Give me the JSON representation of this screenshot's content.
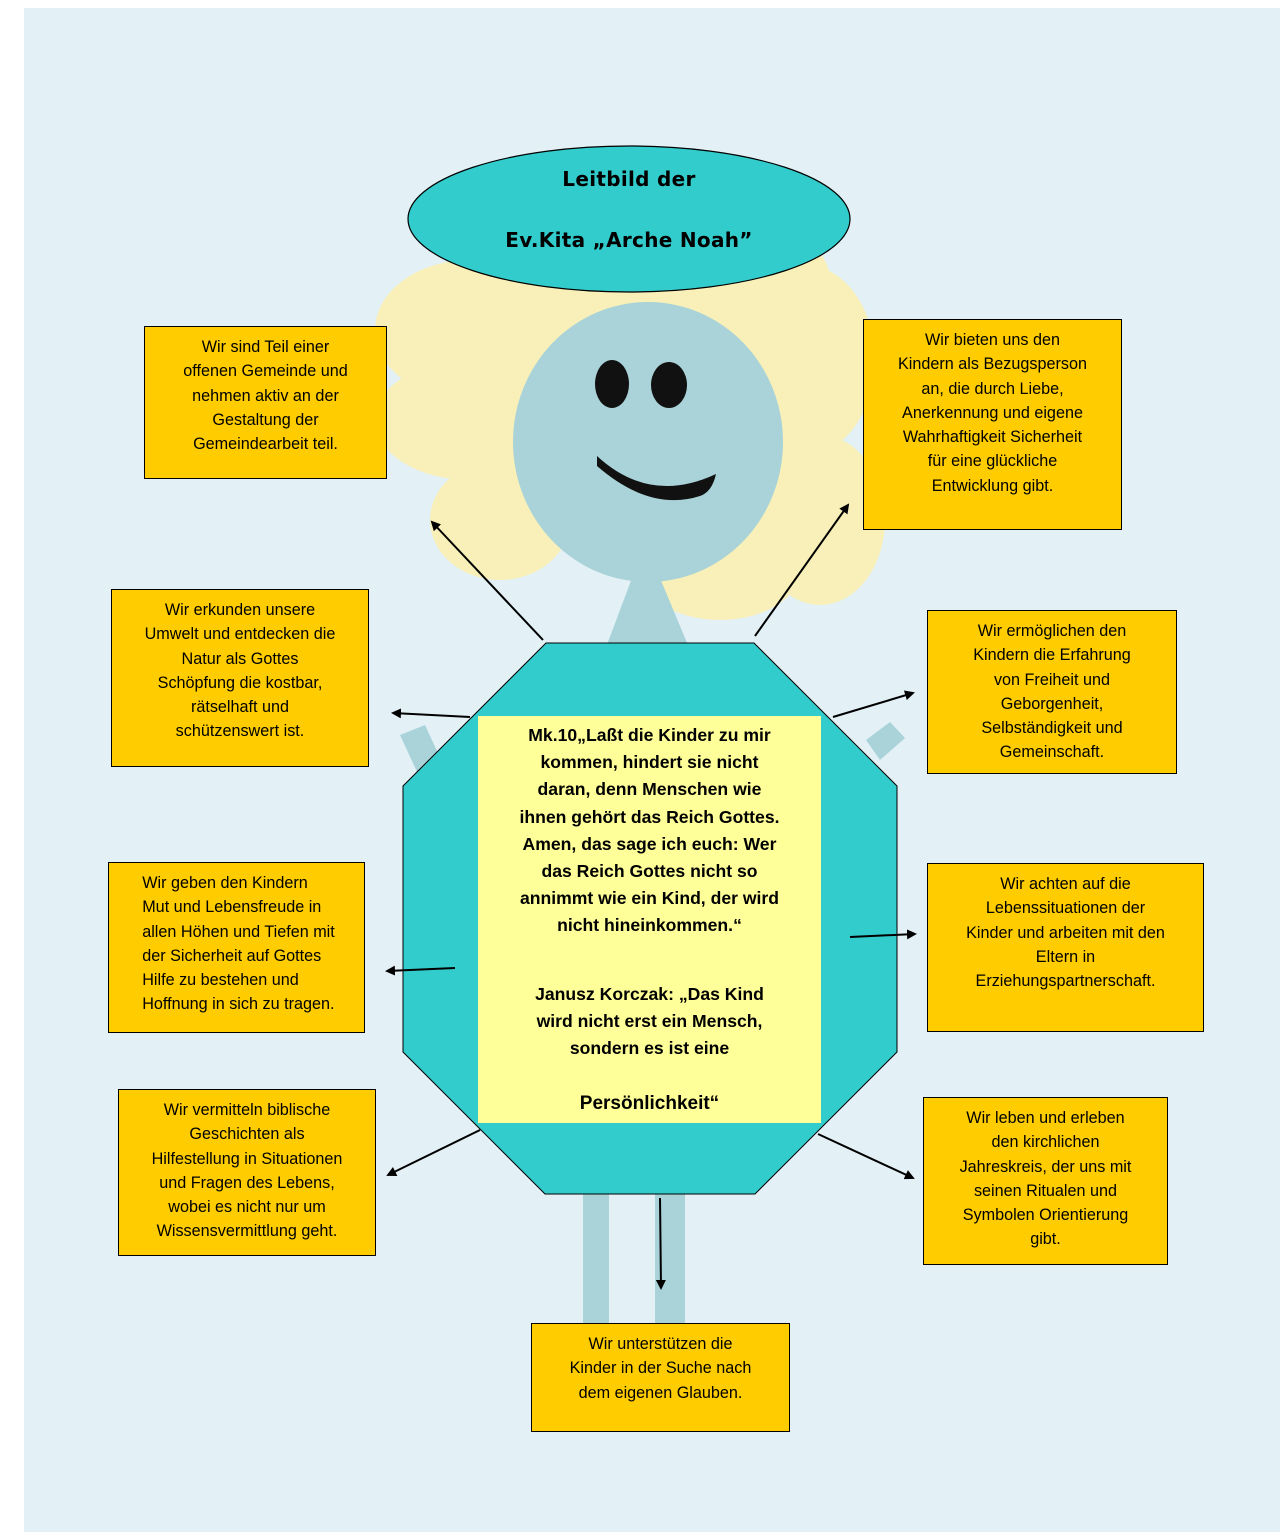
{
  "title": {
    "line1": "Leitbild der",
    "line2": "Ev.Kita „Arche Noah”"
  },
  "center": {
    "bible_quote": "Mk.10„Laßt die Kinder zu mir\nkommen, hindert sie nicht\ndaran, denn Menschen wie\nihnen gehört das Reich Gottes.\nAmen, das sage ich euch: Wer\ndas Reich Gottes nicht so\nannimmt wie ein Kind, der wird\nnicht hineinkommen.“",
    "korczak_quote": "Janusz Korczak: „Das Kind\nwird nicht erst ein Mensch,\nsondern es ist eine",
    "korczak_last": "Persönlichkeit“"
  },
  "boxes": {
    "community": "Wir sind Teil einer\noffenen Gemeinde und\nnehmen aktiv an der\nGestaltung der\nGemeindearbeit teil.",
    "reference_person": "Wir bieten uns den\nKindern als Bezugsperson\nan, die durch Liebe,\nAnerkennung und eigene\nWahrhaftigkeit Sicherheit\nfür eine glückliche\nEntwicklung gibt.",
    "environment": "Wir erkunden unsere\nUmwelt und entdecken die\nNatur als Gottes\nSchöpfung die kostbar,\nrätselhaft und\nschützenswert ist.",
    "freedom": "Wir ermöglichen den\nKindern die Erfahrung\nvon Freiheit und\nGeborgenheit,\nSelbständigkeit und\nGemeinschaft.",
    "courage": "Wir geben den Kindern\nMut und Lebensfreude in\nallen Höhen und Tiefen mit\nder Sicherheit auf Gottes\nHilfe zu bestehen und\nHoffnung in sich zu tragen.",
    "life_situations": "Wir achten auf die\nLebenssituationen der\nKinder und arbeiten mit den\nEltern in\nErziehungspartnerschaft.",
    "bible_stories": "Wir vermitteln biblische\nGeschichten als\nHilfestellung in Situationen\nund Fragen des Lebens,\nwobei es nicht nur um\nWissensvermittlung geht.",
    "church_year": "Wir leben und erleben\nden kirchlichen\nJahreskreis, der uns mit\nseinen Ritualen und\nSymbolen Orientierung\ngibt.",
    "faith": "Wir unterstützen die\nKinder in der Suche nach\ndem eigenen Glauben."
  },
  "colors": {
    "background": "#e3f1f7",
    "box_fill": "#ffcc00",
    "octagon_fill": "#33cccc",
    "quote_fill": "#ffff99",
    "face": "#a9d3d8",
    "petals": "#f8f0b8"
  }
}
